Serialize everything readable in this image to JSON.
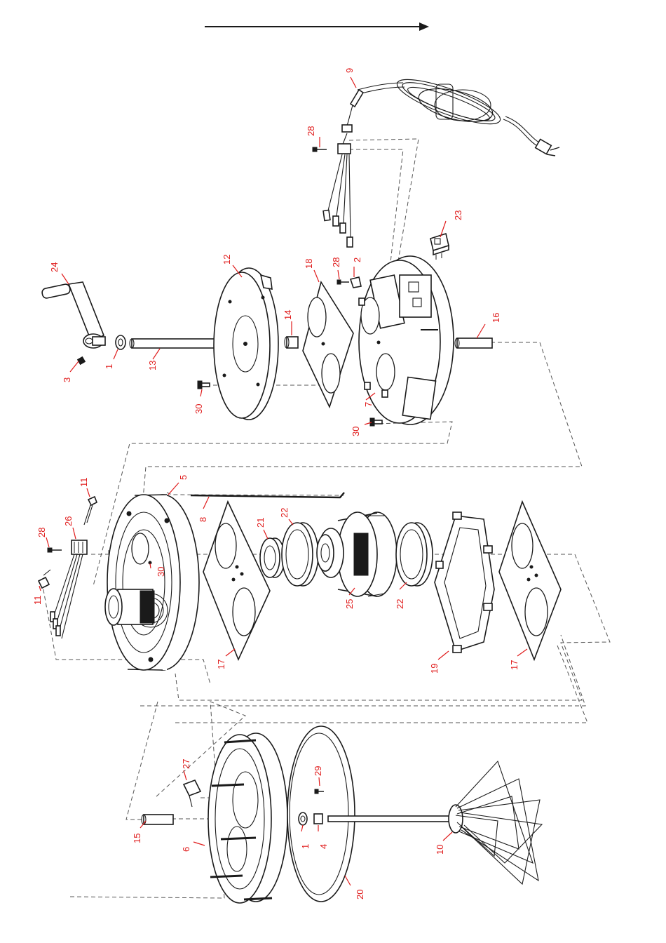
{
  "diagram": {
    "labels": [
      {
        "id": "l9",
        "text": "9"
      },
      {
        "id": "l28a",
        "text": "28"
      },
      {
        "id": "l23",
        "text": "23"
      },
      {
        "id": "l24",
        "text": "24"
      },
      {
        "id": "l12",
        "text": "12"
      },
      {
        "id": "l18",
        "text": "18"
      },
      {
        "id": "l28b",
        "text": "28"
      },
      {
        "id": "l2",
        "text": "2"
      },
      {
        "id": "l14",
        "text": "14"
      },
      {
        "id": "l16",
        "text": "16"
      },
      {
        "id": "l3",
        "text": "3"
      },
      {
        "id": "l1a",
        "text": "1"
      },
      {
        "id": "l13",
        "text": "13"
      },
      {
        "id": "l30a",
        "text": "30"
      },
      {
        "id": "l7",
        "text": "7"
      },
      {
        "id": "l30b",
        "text": "30"
      },
      {
        "id": "l11a",
        "text": "11"
      },
      {
        "id": "l5",
        "text": "5"
      },
      {
        "id": "l28c",
        "text": "28"
      },
      {
        "id": "l26",
        "text": "26"
      },
      {
        "id": "l8",
        "text": "8"
      },
      {
        "id": "l21",
        "text": "21"
      },
      {
        "id": "l22a",
        "text": "22"
      },
      {
        "id": "l30c",
        "text": "30"
      },
      {
        "id": "l11b",
        "text": "11"
      },
      {
        "id": "l25",
        "text": "25"
      },
      {
        "id": "l22b",
        "text": "22"
      },
      {
        "id": "l17a",
        "text": "17"
      },
      {
        "id": "l19",
        "text": "19"
      },
      {
        "id": "l17b",
        "text": "17"
      },
      {
        "id": "l27",
        "text": "27"
      },
      {
        "id": "l29",
        "text": "29"
      },
      {
        "id": "l15",
        "text": "15"
      },
      {
        "id": "l6",
        "text": "6"
      },
      {
        "id": "l1b",
        "text": "1"
      },
      {
        "id": "l4",
        "text": "4"
      },
      {
        "id": "l10",
        "text": "10"
      },
      {
        "id": "l20",
        "text": "20"
      }
    ]
  }
}
